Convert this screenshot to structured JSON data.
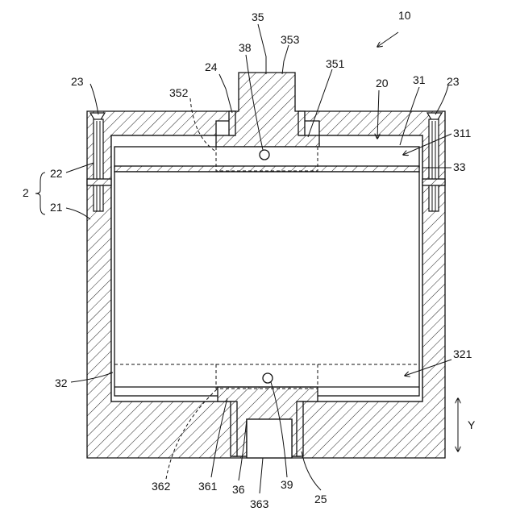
{
  "labels": {
    "l10": "10",
    "l35": "35",
    "l353": "353",
    "l38": "38",
    "l24": "24",
    "l351": "351",
    "l20": "20",
    "l31": "31",
    "l23a": "23",
    "l23b": "23",
    "l352": "352",
    "l311": "311",
    "l22": "22",
    "l33": "33",
    "l2": "2",
    "l21": "21",
    "l32": "32",
    "l321": "321",
    "lY": "Y",
    "l362": "362",
    "l361": "361",
    "l36": "36",
    "l363": "363",
    "l39": "39",
    "l25": "25"
  }
}
